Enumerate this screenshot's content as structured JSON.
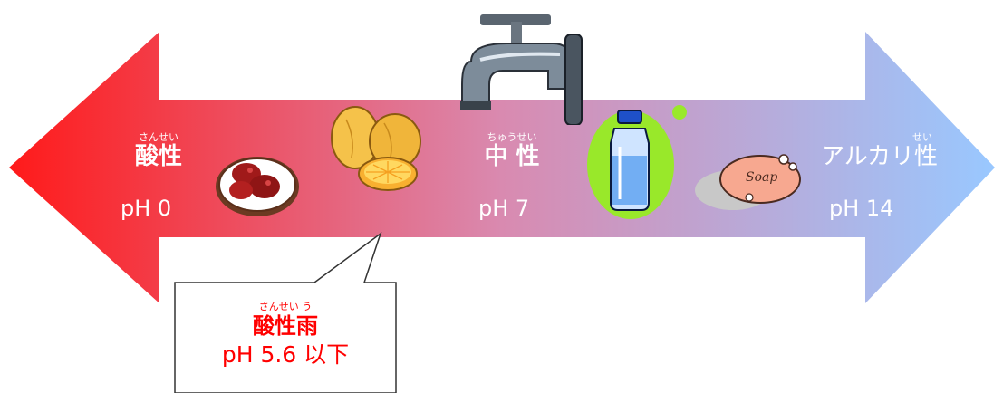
{
  "colors": {
    "arrow_left": "#ff1a1a",
    "arrow_mid": "#d98ab0",
    "arrow_right": "#99c8ff",
    "label_text": "#ffffff",
    "acid_rain_text": "#ff0000"
  },
  "scale": {
    "acid": {
      "ruby": "さんせい",
      "label": "酸性",
      "ph": "pH 0"
    },
    "neutral": {
      "ruby": "ちゅうせい",
      "label": "中 性",
      "ph": "pH 7"
    },
    "alkaline": {
      "ruby": "せい",
      "label": "アルカリ性",
      "ph": "pH 14"
    }
  },
  "callout": {
    "ruby": "さんせい う",
    "label": "酸性雨",
    "ph": "pH 5.6 以下"
  },
  "icons": [
    "umeboshi-icon",
    "lemon-icon",
    "faucet-icon",
    "water-bottle-icon",
    "soap-icon"
  ]
}
